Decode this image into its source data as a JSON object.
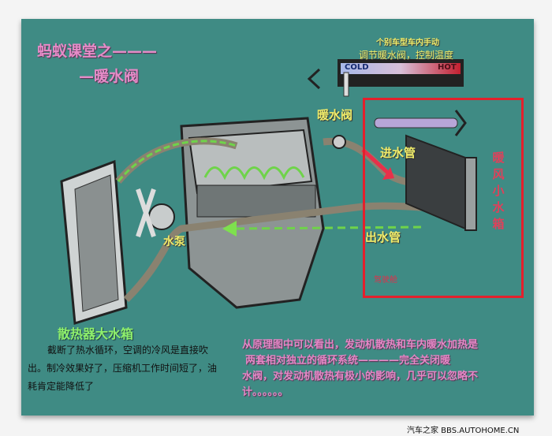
{
  "title": {
    "line1": "蚂蚁课堂之———",
    "line2": "—暖水阀"
  },
  "note": {
    "line1": "个别车型车内手动",
    "line2": "调节暖水阀，控制温度"
  },
  "slider": {
    "cold": "COLD",
    "hot": "HOT"
  },
  "labels": {
    "valve": "暖水阀",
    "inlet": "进水管",
    "outlet": "出水管",
    "pump": "水泵",
    "radiator": "散热器大水箱",
    "heater_core": "暖风小水箱",
    "cabin": "驾驶舱"
  },
  "left_text": {
    "l1": "截断了热水循环，空调的冷风是直接吹",
    "l2": "出。制冷效果好了，压缩机工作时间短了，油",
    "l3": "耗肯定能降低了"
  },
  "right_text": {
    "l1": "从原理图中可以看出，发动机散热和车内暖水加热是",
    "l2": "两套相对独立的循环系统————完全关闭暖",
    "l3": "水阀，对发动机散热有极小的影响，几乎可以忽略不",
    "l4": "计。。。。。。"
  },
  "watermark": "汽车之家 BBS.AUTOHOME.CN",
  "colors": {
    "background": "#3f8b84",
    "highlight_box": "#e4202c",
    "title": "#e58cc8"
  }
}
